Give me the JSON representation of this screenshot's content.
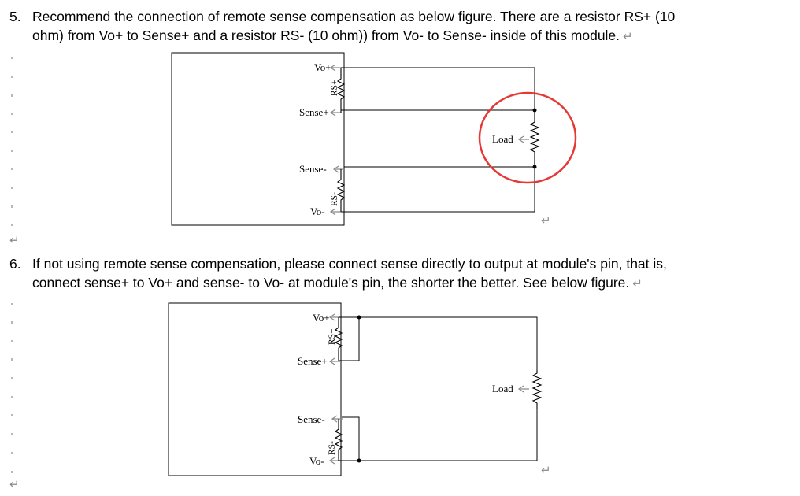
{
  "step5": {
    "number": "5.",
    "line1": "Recommend the connection of remote sense compensation as below figure.  There are a resistor RS+ (10",
    "line2": "ohm) from Vo+ to Sense+ and a resistor RS- (10 ohm)) from Vo- to Sense- inside of this module."
  },
  "step6": {
    "number": "6.",
    "line1": "If not using remote sense compensation, please connect sense directly to output at module's pin, that is,",
    "line2": "connect sense+ to Vo+ and sense- to Vo- at module's pin, the shorter the better. See below figure."
  },
  "figure1": {
    "vo_plus": "Vo+",
    "sense_plus": "Sense+",
    "sense_minus": "Sense-",
    "vo_minus": "Vo-",
    "rs_plus": "RS+",
    "rs_minus": "RS-",
    "load": "Load",
    "highlight_color": "#e53935"
  },
  "figure2": {
    "vo_plus": "Vo+",
    "sense_plus": "Sense+",
    "sense_minus": "Sense-",
    "vo_minus": "Vo-",
    "rs_plus": "RS+",
    "rs_minus": "RS-",
    "load": "Load"
  },
  "marks": {
    "paragraph": "↵"
  }
}
